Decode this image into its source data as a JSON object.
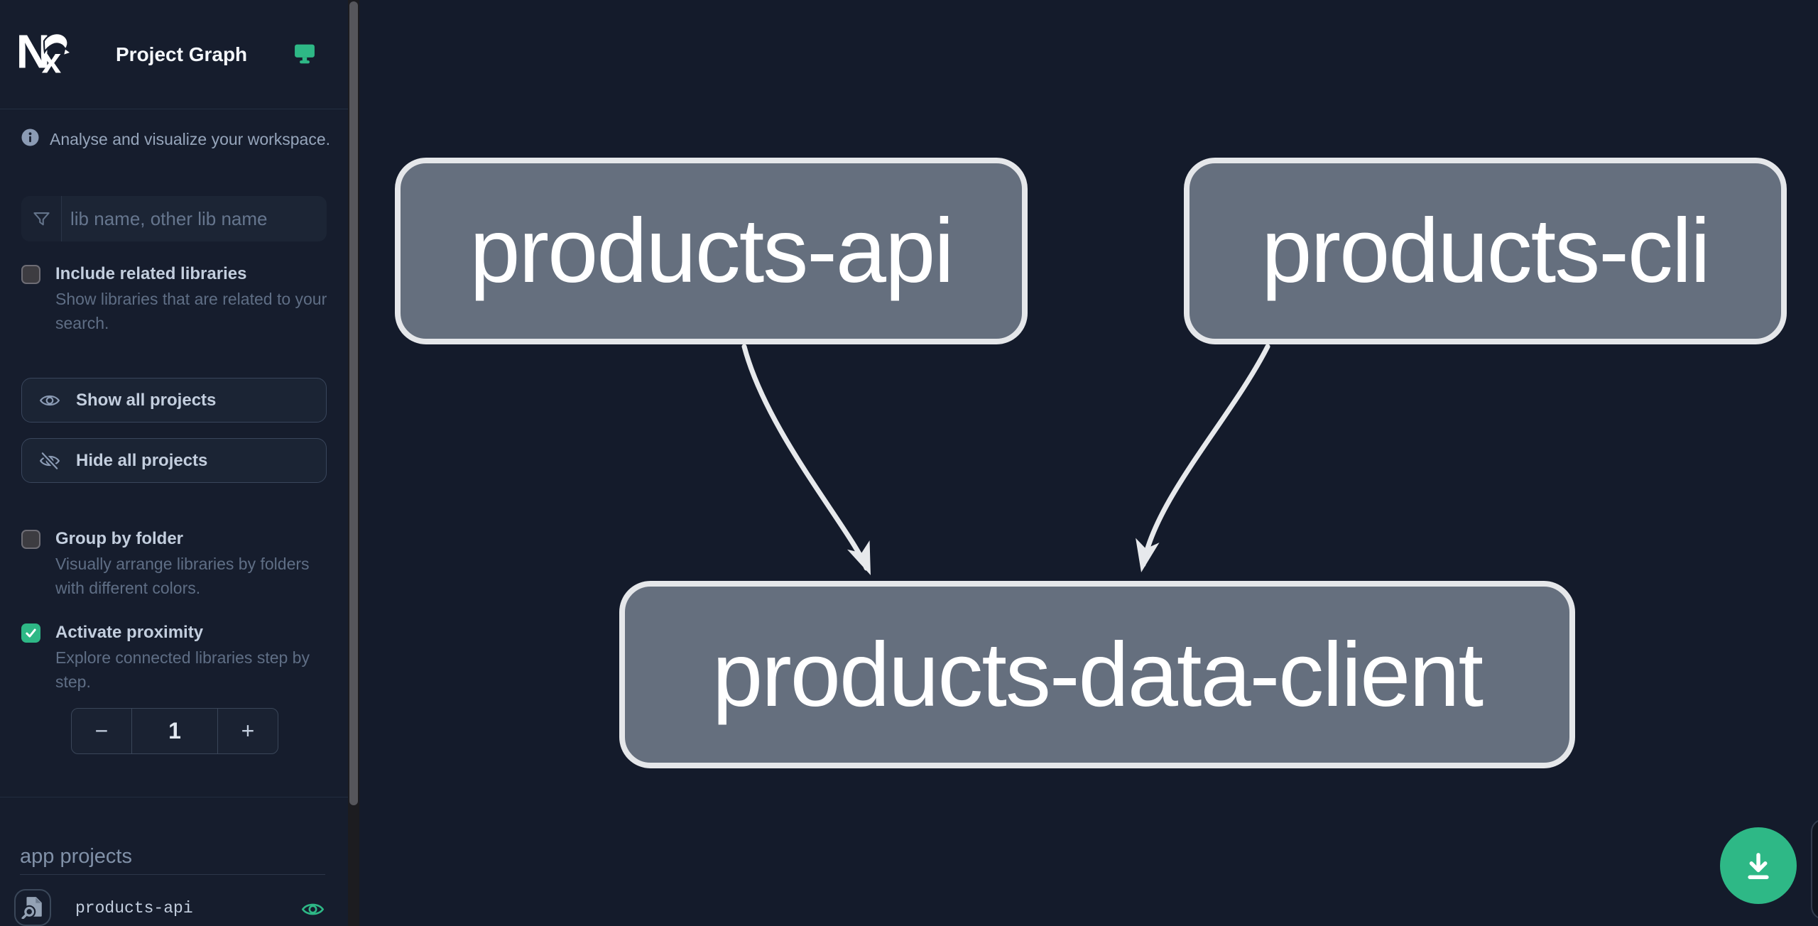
{
  "colors": {
    "accent": "#2eb886",
    "canvas_bg": "#141b2b",
    "sidebar_bg": "#161d2d",
    "node_fill": "#656f7e",
    "node_border": "#e5e7ea",
    "edge": "#e7e9ec"
  },
  "sidebar": {
    "logo_icon": "nx-logo",
    "title": "Project Graph",
    "monitor_icon": "monitor-icon",
    "info_icon": "info-icon",
    "info_text": "Analyse and visualize your workspace.",
    "search": {
      "icon": "filter-icon",
      "placeholder": "lib name, other lib name",
      "value": ""
    },
    "include_related": {
      "label": "Include related libraries",
      "description": "Show libraries that are related to your search.",
      "checked": false
    },
    "show_all": {
      "label": "Show all projects",
      "icon": "eye-icon"
    },
    "hide_all": {
      "label": "Hide all projects",
      "icon": "eye-off-icon"
    },
    "group_by_folder": {
      "label": "Group by folder",
      "description": "Visually arrange libraries by folders with different colors.",
      "checked": false
    },
    "activate_proximity": {
      "label": "Activate proximity",
      "description": "Explore connected libraries step by step.",
      "checked": true,
      "stepper": {
        "decrement": "−",
        "value": "1",
        "increment": "+"
      }
    },
    "projects_section": {
      "heading": "app projects",
      "items": [
        {
          "name": "products-api",
          "type_icon": "document-search-icon",
          "visibility_icon": "eye-icon"
        }
      ]
    }
  },
  "graph": {
    "nodes": [
      {
        "id": "products-api",
        "label": "products-api"
      },
      {
        "id": "products-cli",
        "label": "products-cli"
      },
      {
        "id": "products-data-client",
        "label": "products-data-client"
      }
    ],
    "edges": [
      {
        "source": "products-api",
        "target": "products-data-client"
      },
      {
        "source": "products-cli",
        "target": "products-data-client"
      }
    ]
  },
  "fab": {
    "icon": "download-icon"
  }
}
